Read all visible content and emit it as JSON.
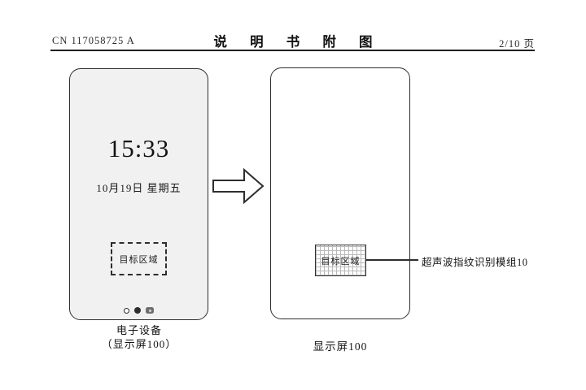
{
  "header": {
    "patent_number": "CN 117058725 A",
    "title": "说 明 书 附 图",
    "page_indicator": "2/10 页"
  },
  "figure": {
    "phone": {
      "time": "15:33",
      "date": "10月19日 星期五",
      "target_area_label": "目标区域",
      "caption_line1": "电子设备",
      "caption_line2": "（显示屏100）"
    },
    "display": {
      "target_area_label": "目标区域",
      "module_label": "超声波指纹识别模组10",
      "caption": "显示屏100"
    }
  },
  "colors": {
    "stroke": "#2e2e2e",
    "phone_fill": "#f1f1f1",
    "panel_fill": "#ffffff"
  }
}
